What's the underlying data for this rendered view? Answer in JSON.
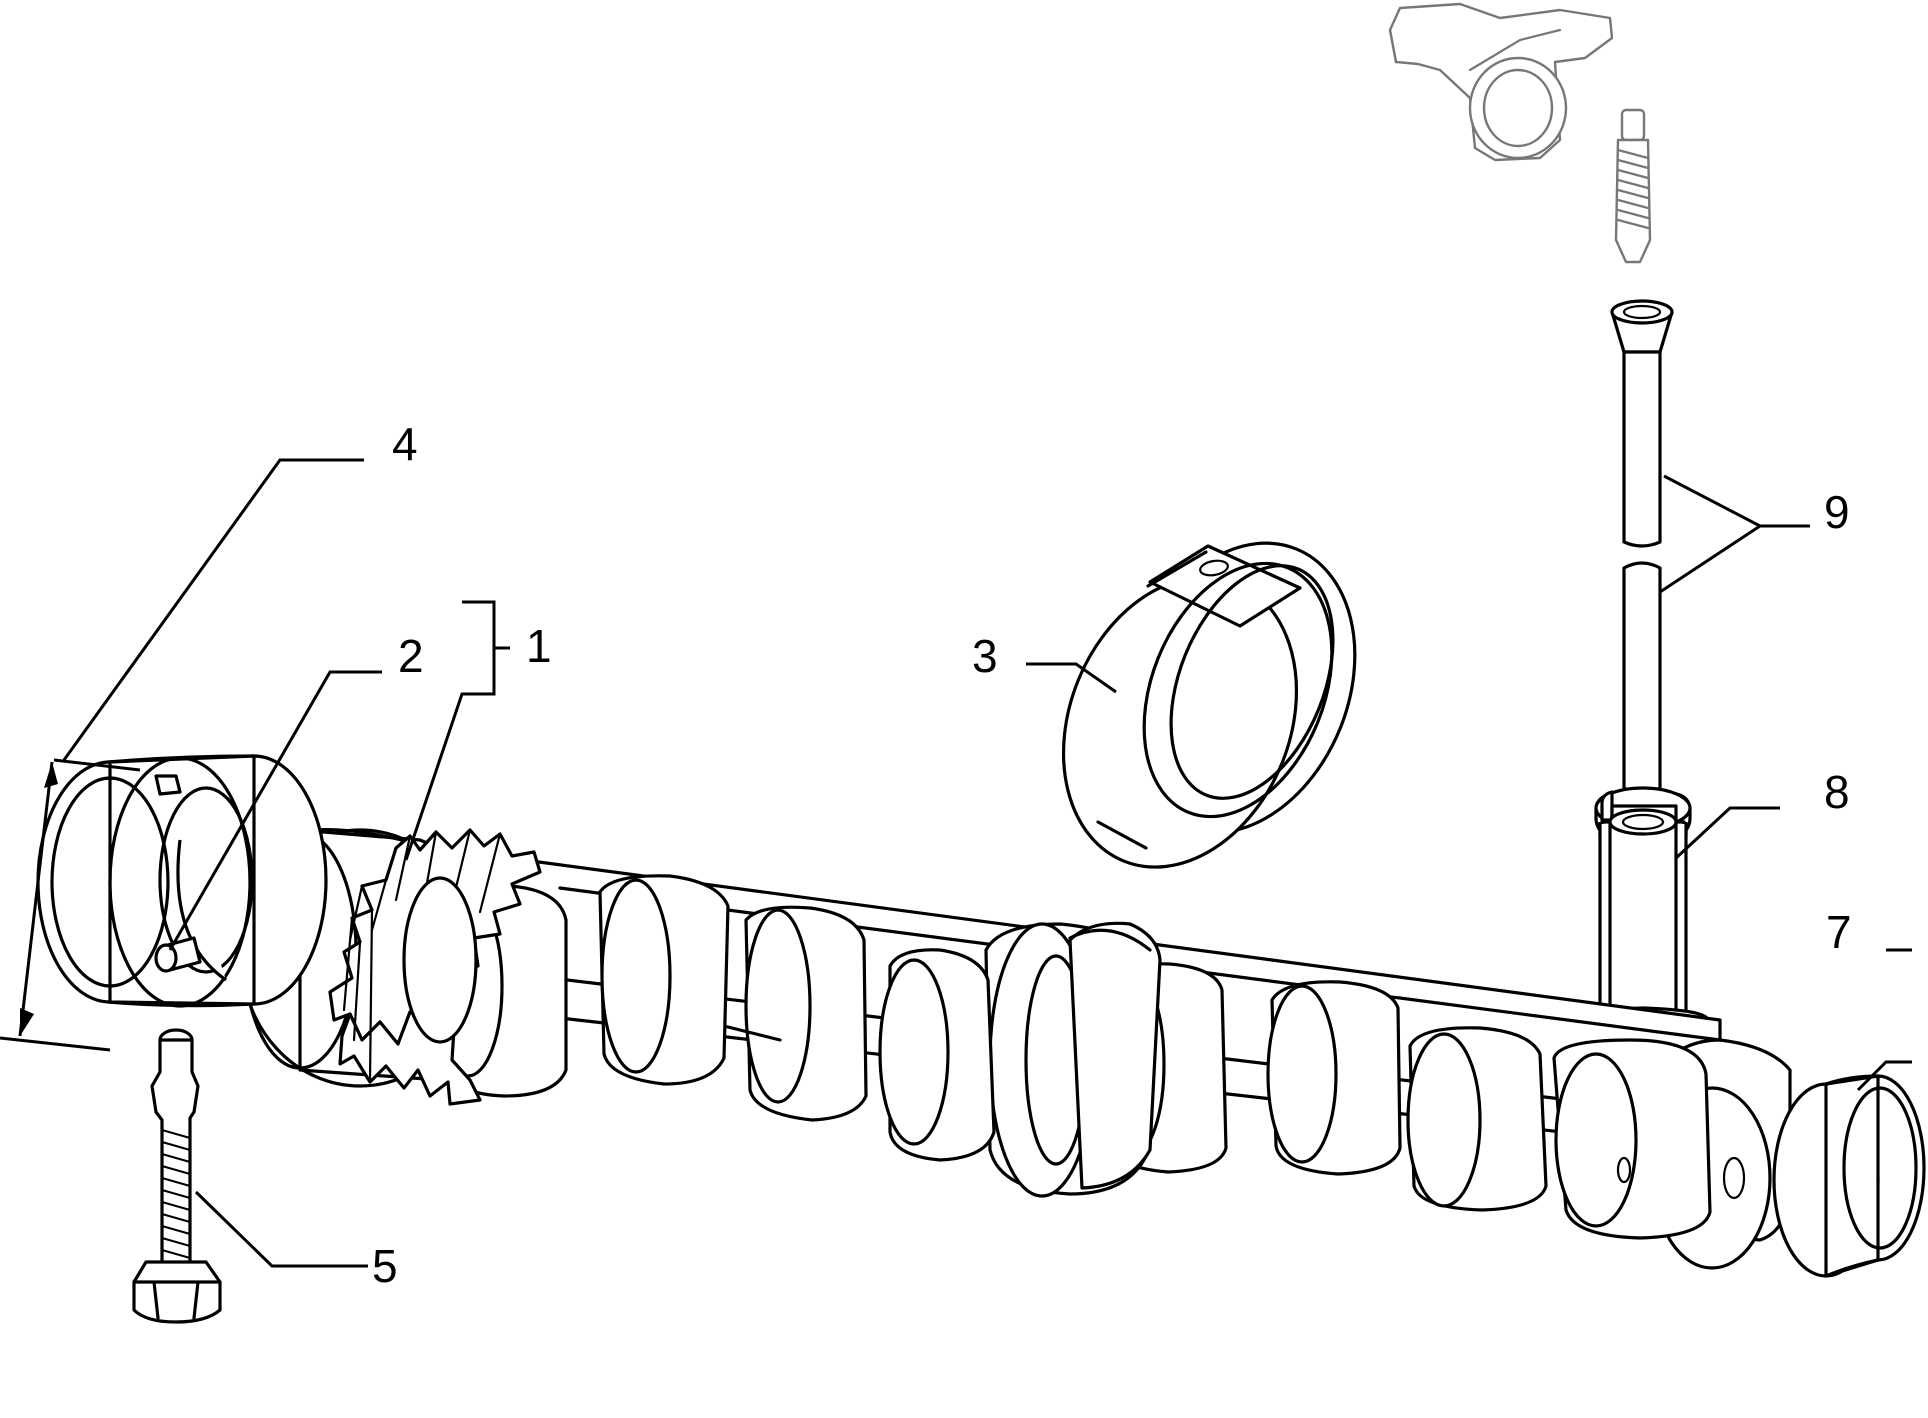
{
  "callouts": {
    "c1": "1",
    "c2": "2",
    "c3": "3",
    "c4": "4",
    "c5": "5",
    "c7": "7",
    "c8": "8",
    "c9": "9"
  },
  "parts": {
    "camshaft": "camshaft",
    "drive_gear": "helical-drive-gear",
    "front_bushing": "front-bushing",
    "center_bushing": "center-bushing",
    "rear_bushing": "rear-bushing",
    "dowel_pin": "dowel-pin",
    "drive_shaft_bolt": "drive-shaft-bolt",
    "tappet": "tappet",
    "push_rod": "push-rod",
    "rocker_arm": "rocker-arm",
    "adjuster_screw": "adjuster-screw"
  },
  "colors": {
    "line": "#000000",
    "background": "#ffffff",
    "ghost": "#777777"
  }
}
